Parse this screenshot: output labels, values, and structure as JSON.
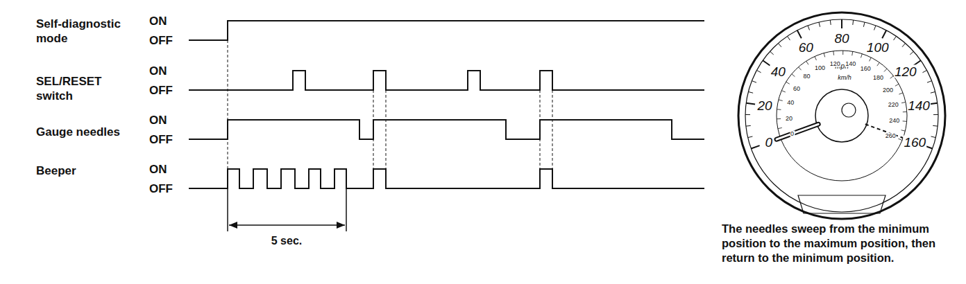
{
  "diagram": {
    "caption": "The needles sweep from the minimum position to the maximum position, then return to the minimum position.",
    "labels": [
      "Self-diagnostic mode",
      "SEL/RESET switch",
      "Gauge needles",
      "Beeper",
      "ON",
      "OFF",
      "ON",
      "OFF",
      "ON",
      "OFF",
      "ON",
      "OFF",
      "5 sec.",
      "0",
      "20",
      "40",
      "60",
      "80",
      "100",
      "120",
      "140",
      "160",
      "mph",
      "0",
      "20",
      "40",
      "60",
      "80",
      "100",
      "120",
      "140",
      "160",
      "180",
      "200",
      "220",
      "240",
      "260",
      "km/h"
    ]
  }
}
